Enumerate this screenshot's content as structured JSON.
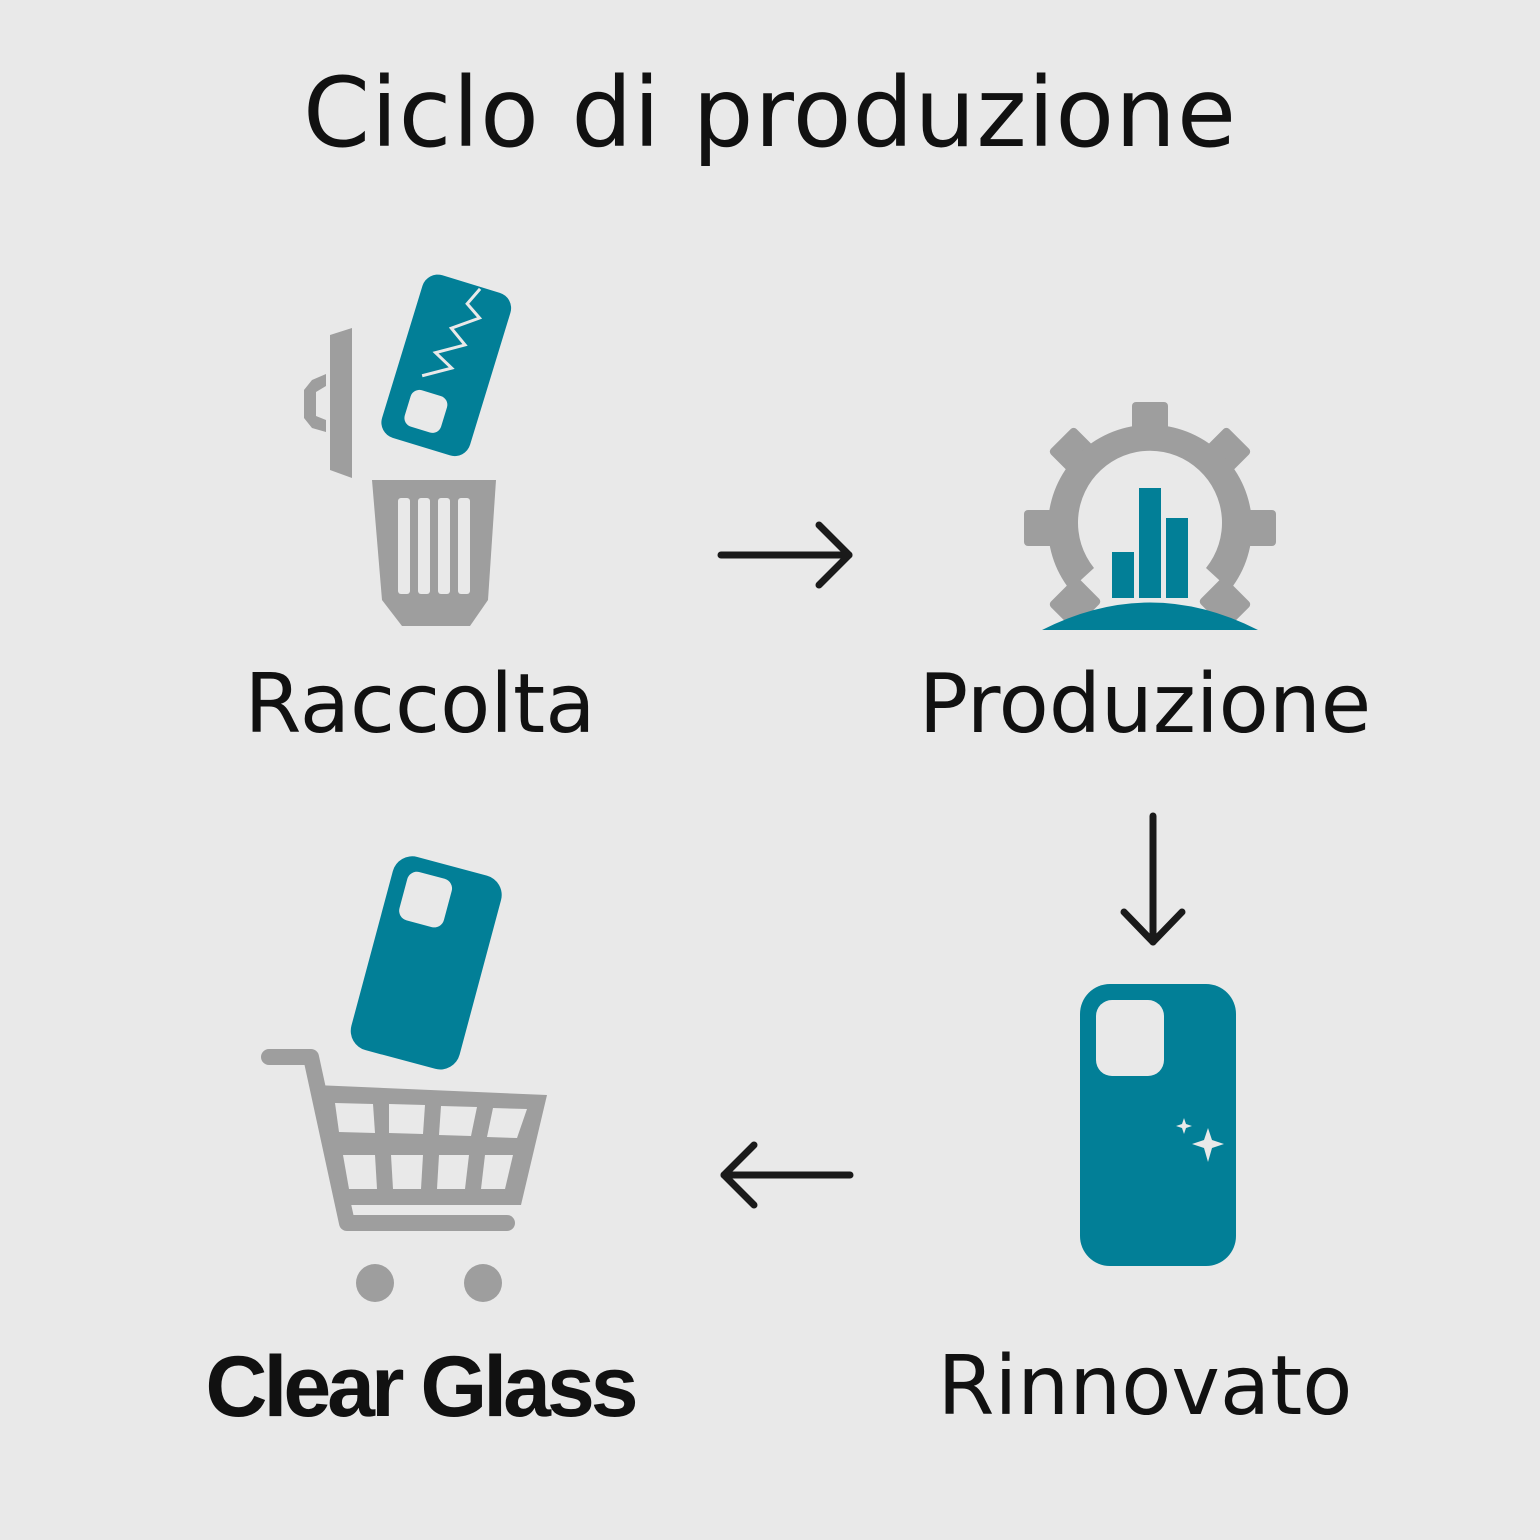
{
  "diagram": {
    "title": "Ciclo di produzione",
    "steps": [
      {
        "label": "Raccolta",
        "icon": "trash-with-broken-phone-icon"
      },
      {
        "label": "Produzione",
        "icon": "gear-factory-icon"
      },
      {
        "label": "Rinnovato",
        "icon": "renewed-phone-icon"
      },
      {
        "label": "Clear Glass",
        "icon": "shopping-cart-phone-icon"
      }
    ],
    "flow": [
      "Raccolta → Produzione",
      "Produzione → Rinnovato",
      "Rinnovato → Clear Glass"
    ]
  },
  "colors": {
    "background": "#e9e9e9",
    "accent": "#027f97",
    "gray": "#9e9e9e",
    "text": "#111111"
  }
}
